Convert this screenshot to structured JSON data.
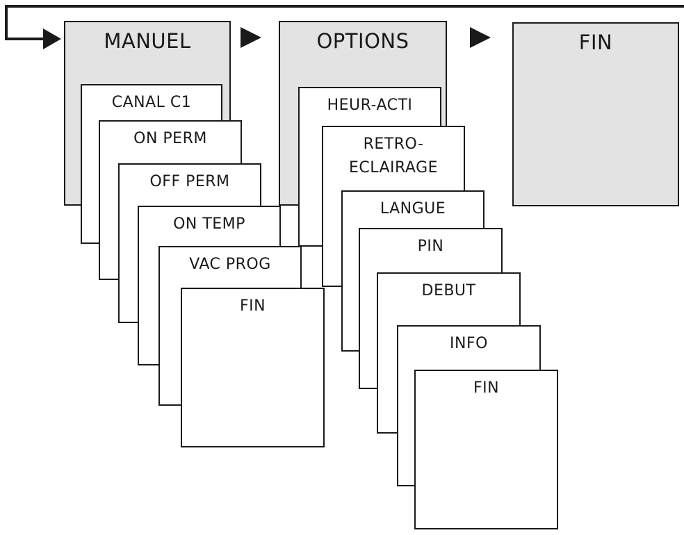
{
  "menu_flow": {
    "columns": [
      {
        "title": "MANUEL",
        "items": [
          "CANAL C1",
          "ON PERM",
          "OFF PERM",
          "ON TEMP",
          "VAC PROG",
          "FIN"
        ]
      },
      {
        "title": "OPTIONS",
        "items": [
          "HEUR-ACTI",
          "RETRO-\nECLAIRAGE",
          "LANGUE",
          "PIN",
          "DEBUT",
          "INFO",
          "FIN"
        ]
      },
      {
        "title": "FIN",
        "items": []
      }
    ]
  },
  "colors": {
    "menu_fill": "#e3e3e3",
    "submenu_fill": "#ffffff",
    "stroke": "#1a1a1a"
  }
}
